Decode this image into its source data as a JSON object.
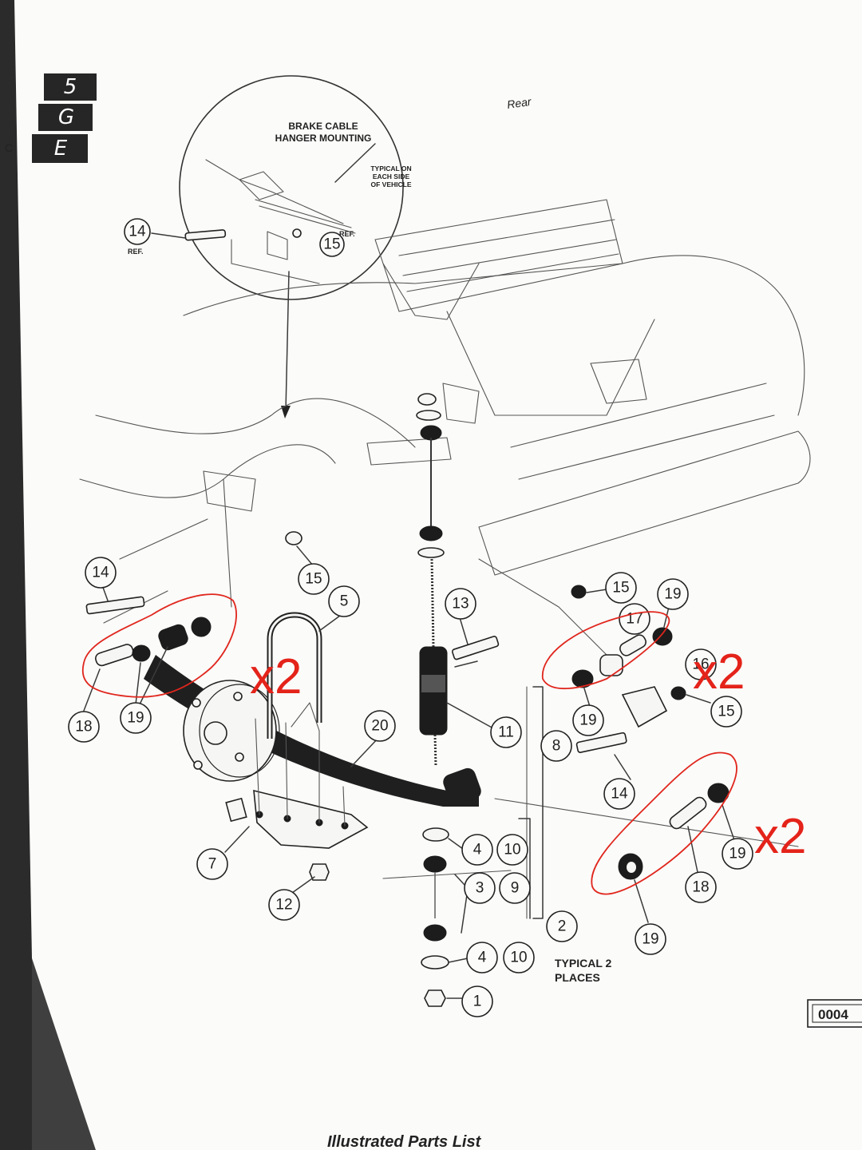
{
  "section_tabs": [
    "5",
    "G",
    "E"
  ],
  "edge_letter": "C",
  "handwritten_note": "Rear",
  "inset": {
    "title_line1": "BRAKE CABLE",
    "title_line2": "HANGER MOUNTING",
    "note_line1": "TYPICAL ON",
    "note_line2": "EACH SIDE",
    "note_line3": "OF VEHICLE",
    "ref_word": "REF.",
    "callout_14": "14",
    "callout_15": "15"
  },
  "callouts": {
    "c14_left": "14",
    "c15_left": "15",
    "c5": "5",
    "c13": "13",
    "c18_left": "18",
    "c19_left": "19",
    "c20": "20",
    "c11": "11",
    "c7": "7",
    "c12": "12",
    "c4_top": "4",
    "c10_top": "10",
    "c3": "3",
    "c9": "9",
    "c2": "2",
    "c4_bottom": "4",
    "c10_bottom": "10",
    "c1": "1",
    "c15_right_top": "15",
    "c19_right_top": "19",
    "c17": "17",
    "c16": "16",
    "c19_right_mid": "19",
    "c15_right_mid": "15",
    "c8": "8",
    "c14_right": "14",
    "c19_right_low": "19",
    "c18_right": "18",
    "c19_right_bottom": "19"
  },
  "typical_note_line1": "TYPICAL 2",
  "typical_note_line2": "PLACES",
  "figure_number": "0004",
  "footer_text": "Illustrated Parts List",
  "annotations": {
    "mark_1": "x2",
    "mark_2": "x2",
    "mark_3": "x2"
  },
  "colors": {
    "paper": "#fbfbf9",
    "ink": "#222222",
    "annotation_red": "#e0261d",
    "tab_dark": "#262626",
    "note_blue": "#2b3f9e"
  }
}
